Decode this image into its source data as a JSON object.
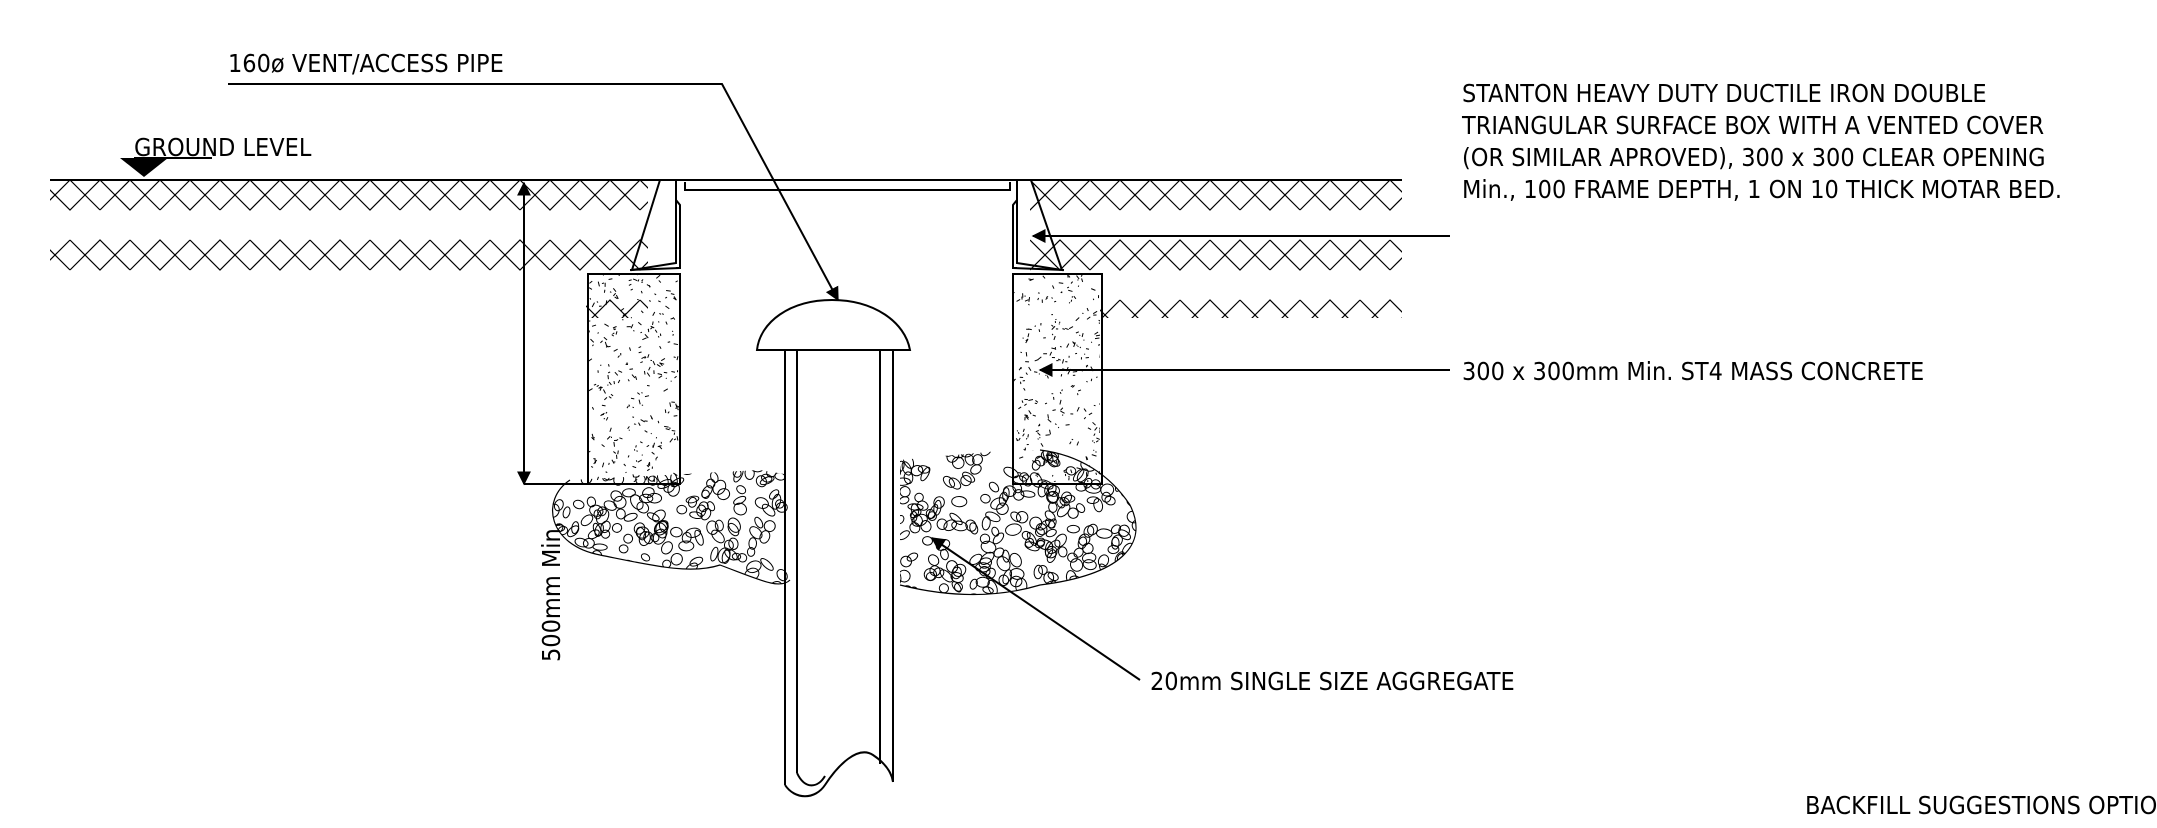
{
  "labels": {
    "vent_pipe": "160ø VENT/ACCESS PIPE",
    "ground_level": "GROUND LEVEL",
    "surface_box": [
      "STANTON HEAVY DUTY DUCTILE IRON DOUBLE",
      "TRIANGULAR SURFACE BOX WITH A VENTED COVER",
      "(OR SIMILAR APROVED), 300 x 300 CLEAR OPENING",
      "Min., 100 FRAME DEPTH, 1 ON 10 THICK MOTAR BED."
    ],
    "concrete": "300 x 300mm Min. ST4 MASS CONCRETE",
    "depth": "500mm Min.",
    "aggregate": "20mm SINGLE SIZE AGGREGATE",
    "backfill": "BACKFILL SUGGESTIONS OPTIONS"
  }
}
